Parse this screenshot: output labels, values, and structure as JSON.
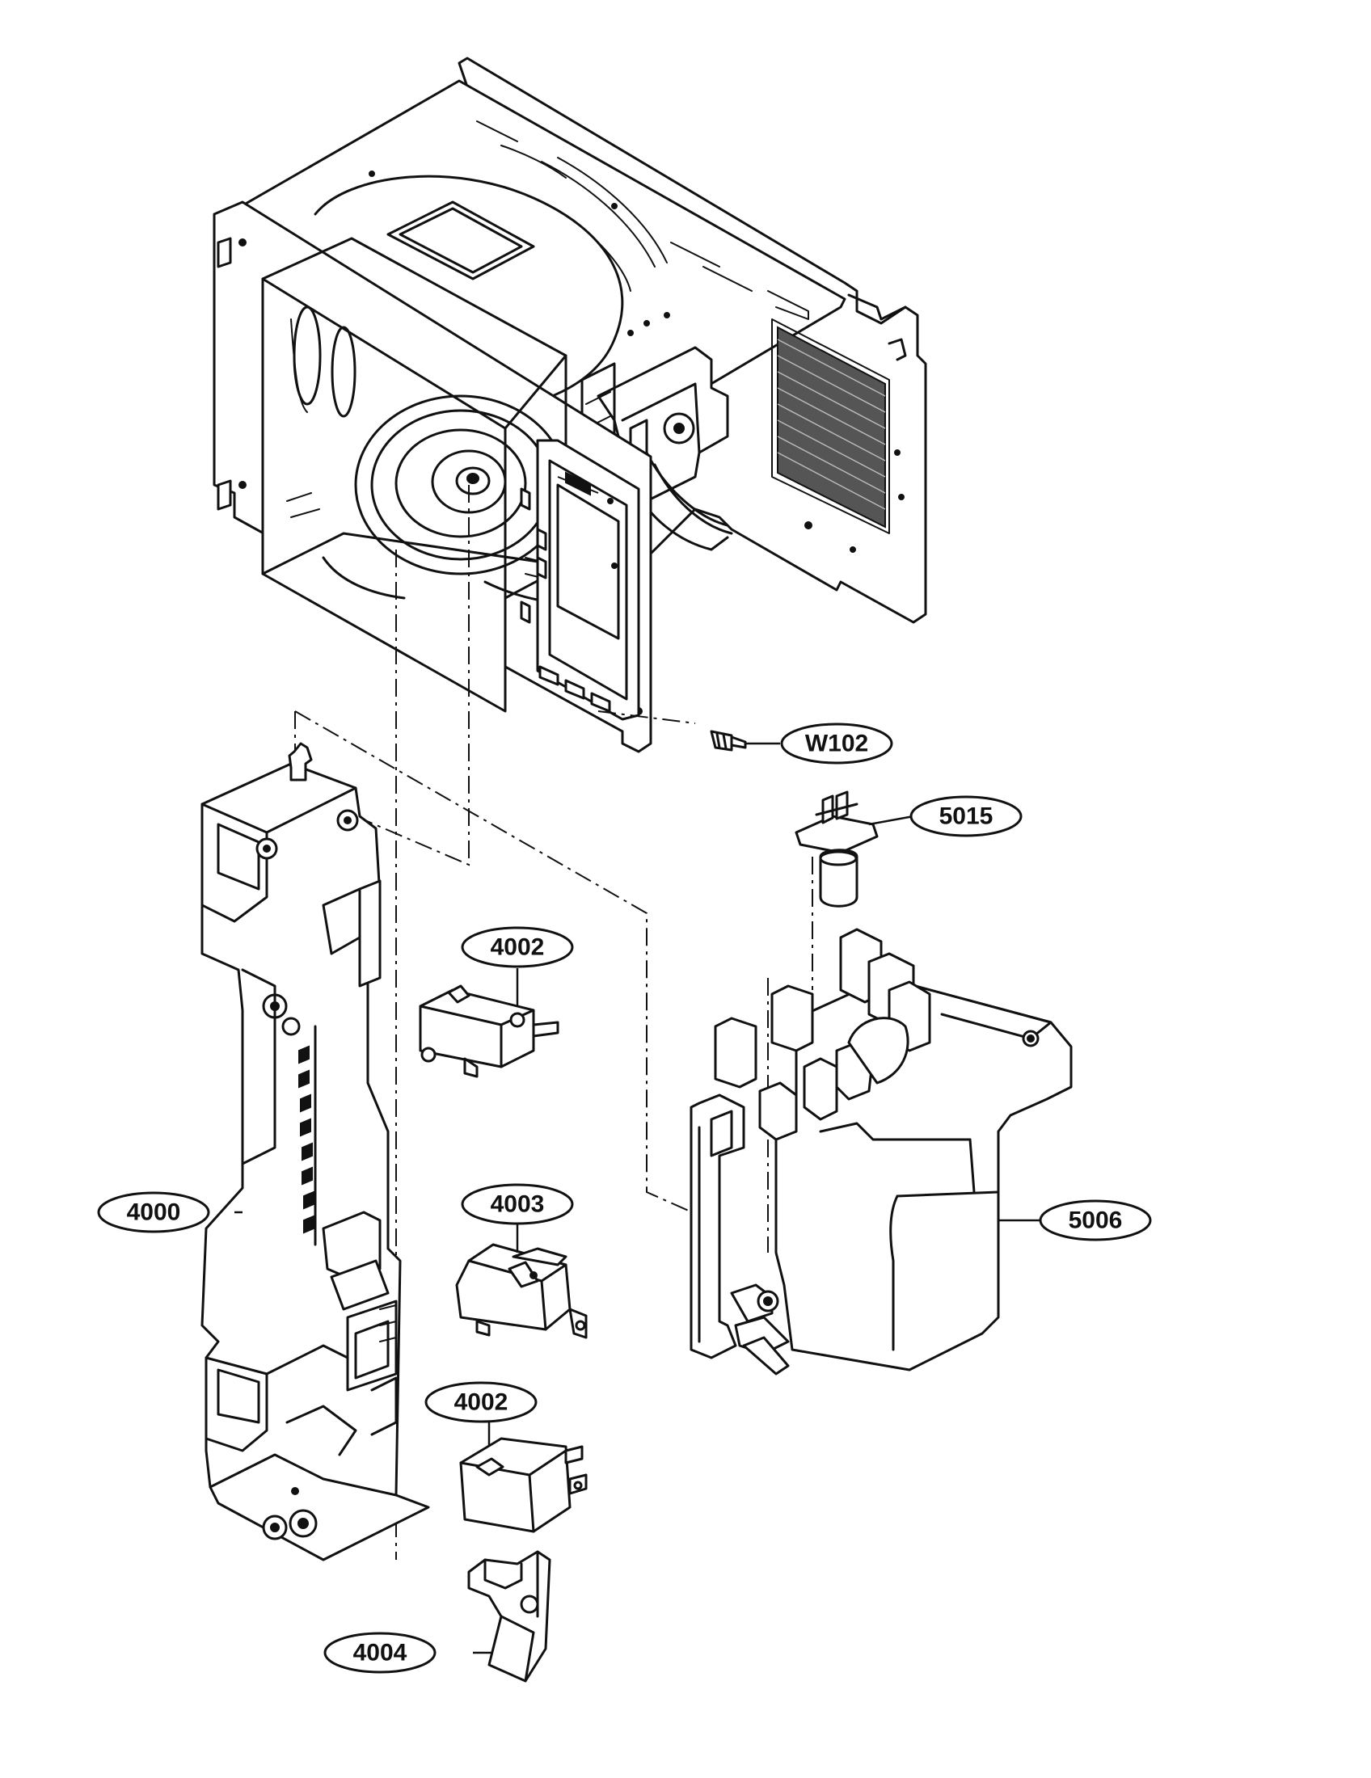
{
  "callouts": [
    {
      "id": "w102",
      "label": "W102"
    },
    {
      "id": "5015",
      "label": "5015"
    },
    {
      "id": "4002a",
      "label": "4002"
    },
    {
      "id": "4003",
      "label": "4003"
    },
    {
      "id": "4000",
      "label": "4000"
    },
    {
      "id": "5006",
      "label": "5006"
    },
    {
      "id": "4002b",
      "label": "4002"
    },
    {
      "id": "4004",
      "label": "4004"
    }
  ]
}
